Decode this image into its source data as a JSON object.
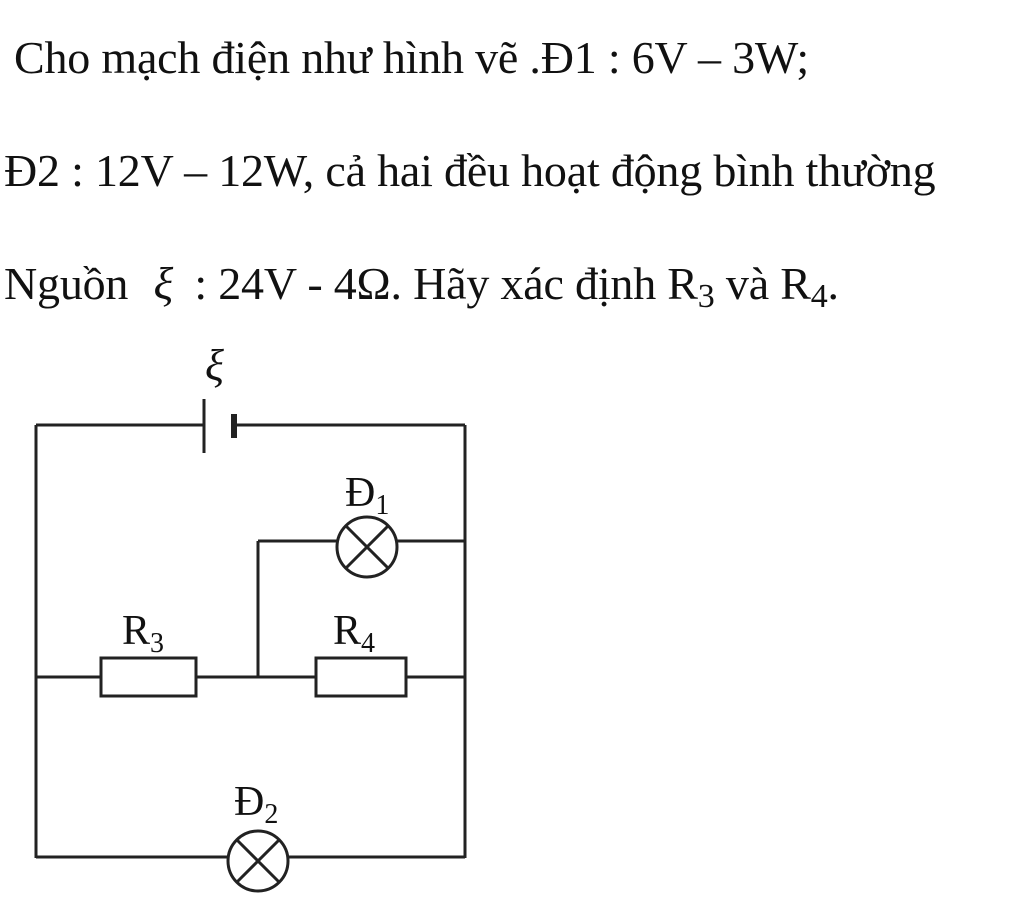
{
  "problem": {
    "line1": {
      "text": "Cho mạch điện như hình vẽ .Đ1 : 6V – 3W;"
    },
    "line2": {
      "text": "Đ2 : 12V – 12W, cả hai đều hoạt động bình thường"
    },
    "line3": {
      "prefix": "Nguồn",
      "emf_symbol": "ξ",
      "emf_values": ": 24V - 4Ω",
      "question_a": ". Hãy xác định R",
      "sub_a": "3",
      "conj": " và R",
      "sub_b": "4",
      "end": "."
    }
  },
  "circuit": {
    "source_label": "ξ",
    "lamp1_label": "Đ",
    "lamp1_sub": "1",
    "lamp2_label": "Đ",
    "lamp2_sub": "2",
    "r3_label": "R",
    "r3_sub": "3",
    "r4_label": "R",
    "r4_sub": "4"
  }
}
